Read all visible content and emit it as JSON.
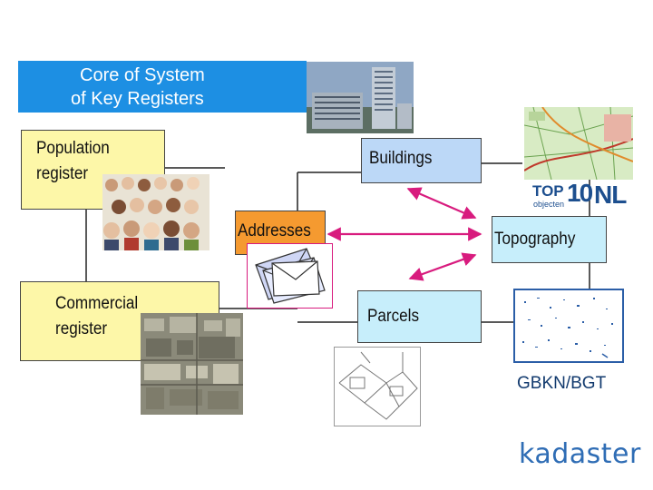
{
  "title": {
    "line1": "Core of System",
    "line2": "of Key Registers"
  },
  "registers": {
    "population": {
      "line1": "Population",
      "line2": "register"
    },
    "commercial": {
      "line1": "Commercial",
      "line2": "register"
    },
    "buildings": "Buildings",
    "addresses": "Addresses",
    "topography": "Topography",
    "parcels": "Parcels"
  },
  "top10": {
    "top": "TOP",
    "num": "10",
    "nl": "NL",
    "sub": "objecten"
  },
  "gbkn_label": "GBKN/BGT",
  "logo": "kadaster",
  "colors": {
    "title_bg": "#1d8fe3",
    "register_yellow": "#fdf7a8",
    "buildings_blue": "#bcd8f7",
    "topo_parcels_cyan": "#c7eefb",
    "addresses_orange": "#f59a30",
    "arrows": "#d81b7e",
    "logo_blue": "#2f6db5"
  }
}
